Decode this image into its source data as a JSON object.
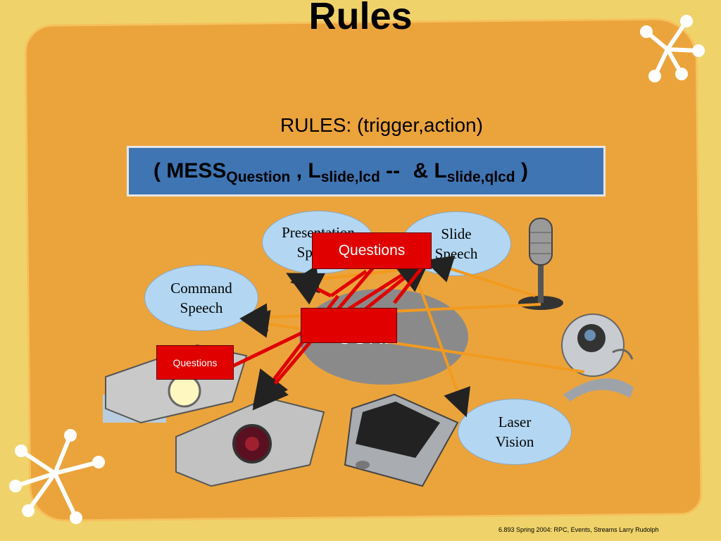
{
  "title": "Rules",
  "subtitle": "RULES: (trigger,action)",
  "formula": {
    "open": "( MESS",
    "sub1": "Question",
    "comma": ",",
    "l1": "L",
    "sub2": "slide,lcd",
    "op": "--",
    "amp": "&",
    "l2": "L",
    "sub3": "slide,qlcd",
    "close": ")"
  },
  "nodes": {
    "presentation_speech": "Presentation Speech",
    "slide_speech": "Slide Speech",
    "command_speech": "Command Speech",
    "laser_vision": "Laser Vision",
    "core": "CORE"
  },
  "questions_top": "Questions",
  "questions_left": "Questions",
  "footer": "6.893 Spring 2004: RPC, Events, Streams Larry Rudolph",
  "colors": {
    "background": "#efd36a",
    "panel": "#eba43c",
    "rule_bar": "#3f75b3",
    "ellipse": "#b3d7f2",
    "core": "#8a8a8a",
    "red": "#e00000",
    "orange_arrow": "#f29a1f"
  }
}
